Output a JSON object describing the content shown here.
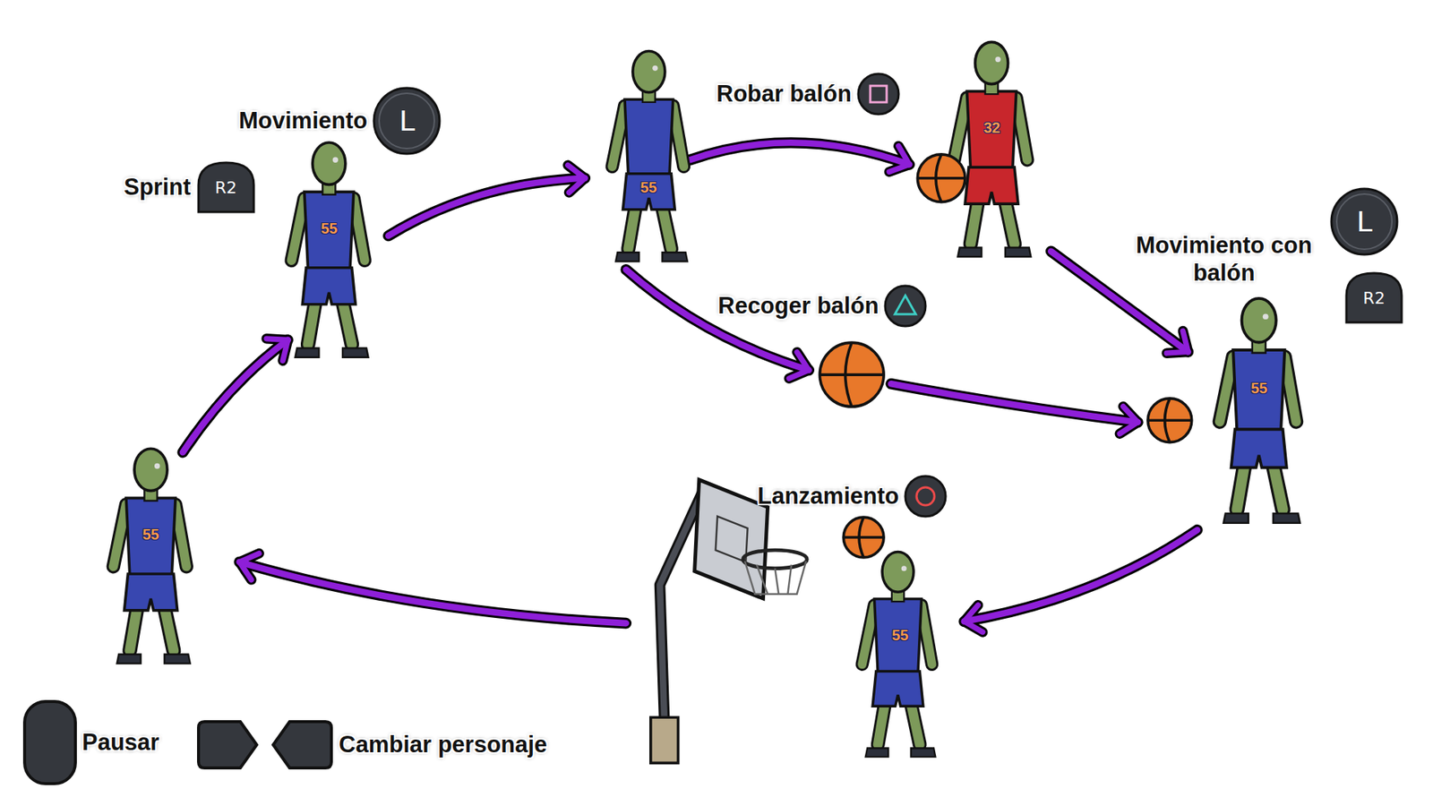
{
  "diagram": {
    "nodes": [
      {
        "text": [
          "Movimiento",
          "L"
        ]
      },
      {
        "text": [
          "Sprint",
          "R2"
        ]
      },
      {
        "text": [
          "Robar balón"
        ]
      },
      {
        "text": [
          "Recoger balón"
        ]
      },
      {
        "text": [
          "Movimiento con balón",
          "L"
        ]
      },
      {
        "text": [
          "R2"
        ]
      },
      {
        "text": [
          "Lanzamiento"
        ]
      },
      {
        "text": [
          "Pausar"
        ]
      },
      {
        "text": [
          "Cambiar personaje"
        ]
      }
    ],
    "labels": [
      "55",
      "55",
      "55",
      "32",
      "55",
      "55"
    ]
  }
}
